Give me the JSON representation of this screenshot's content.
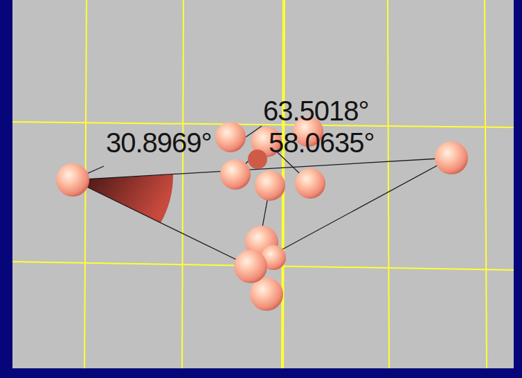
{
  "diagram": {
    "labels": [
      "63.5018°",
      "30.8969°",
      "58.0635°"
    ]
  }
}
